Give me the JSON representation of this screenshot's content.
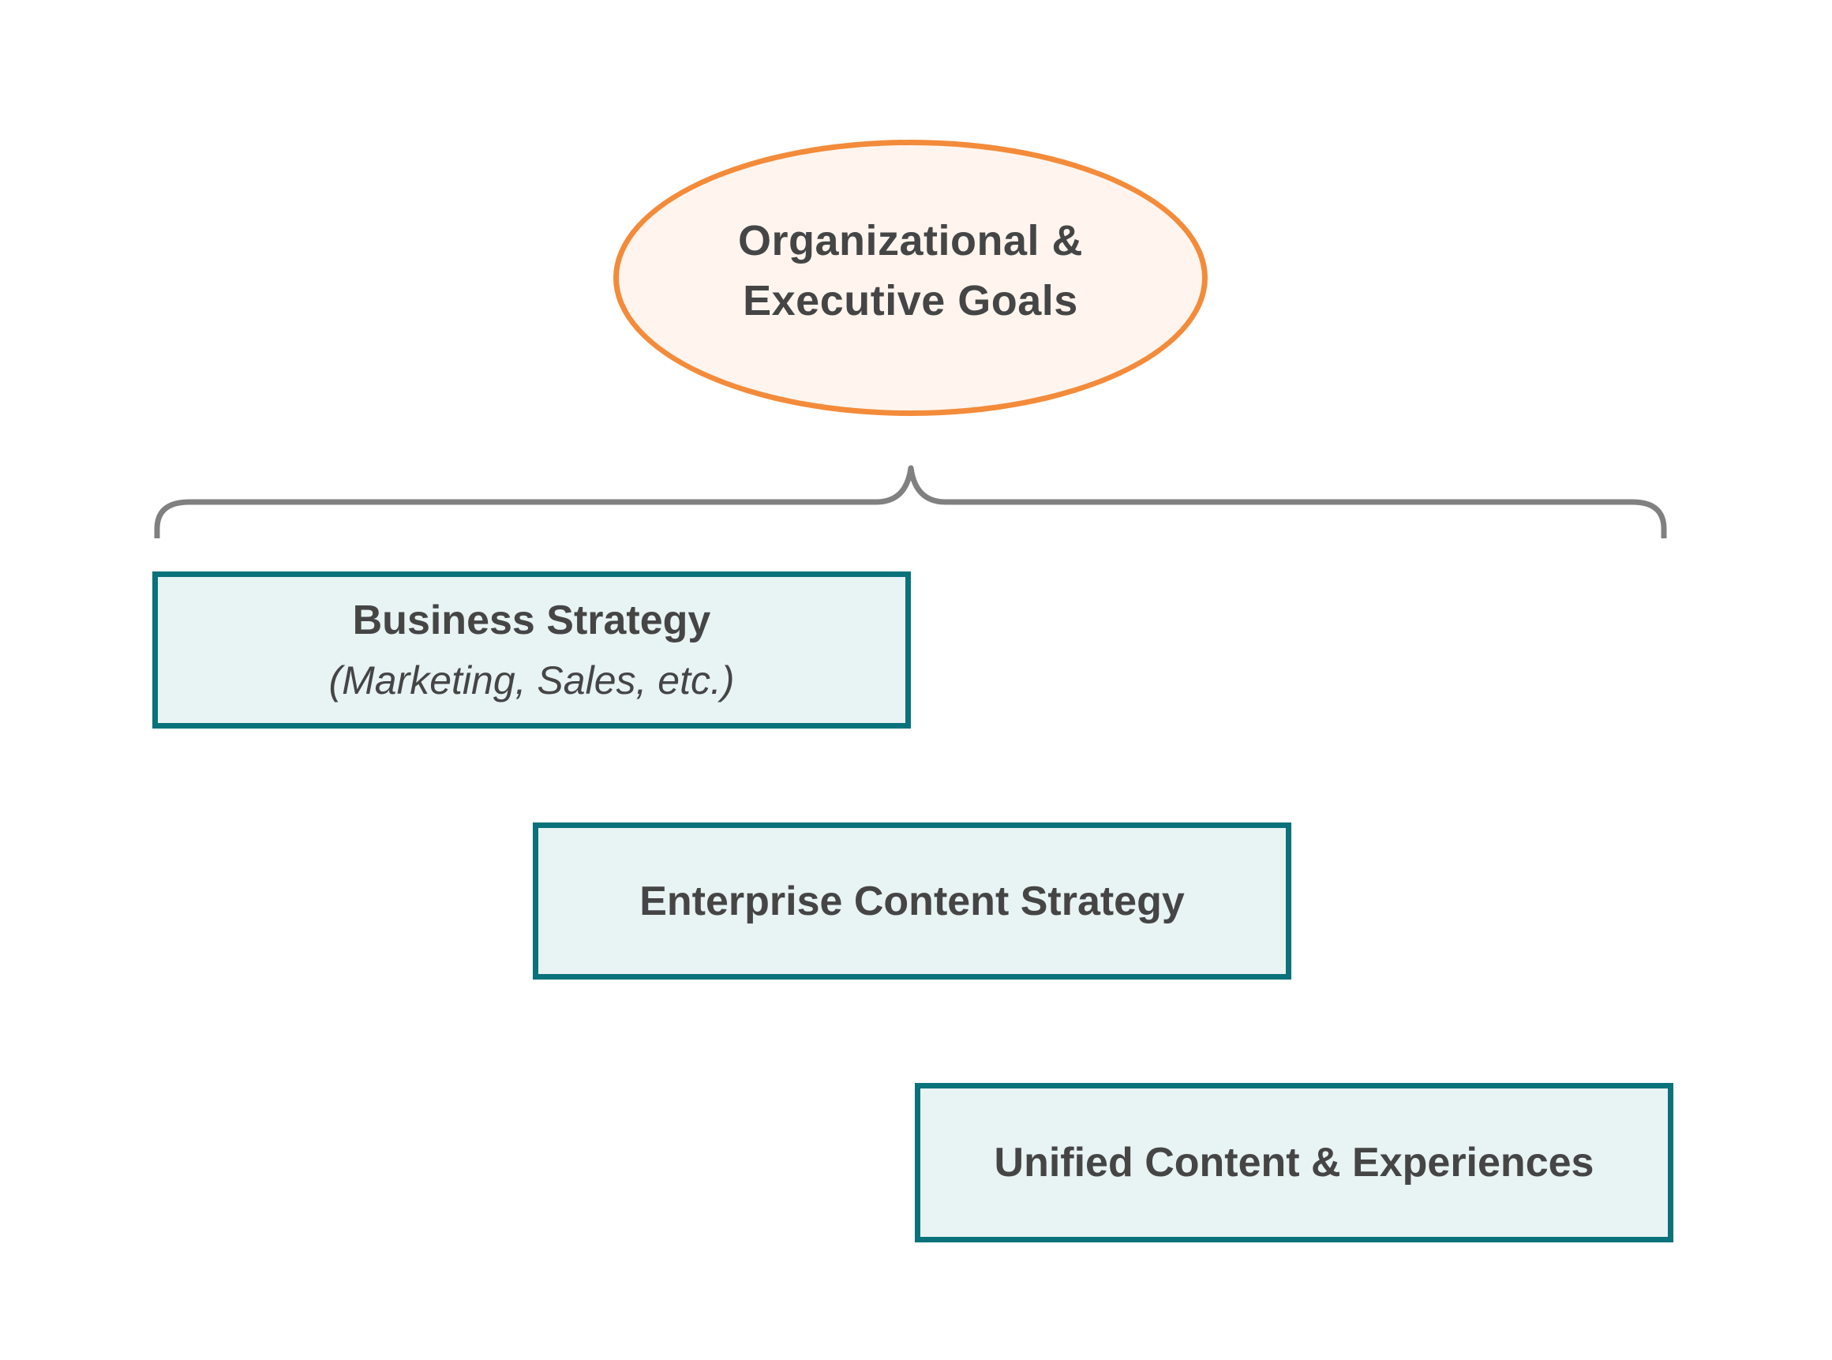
{
  "diagram": {
    "goal": {
      "lines": [
        "Organizational &",
        "Executive Goals"
      ]
    },
    "boxes": [
      {
        "title": "Business Strategy",
        "subtitle": "(Marketing, Sales, etc.)"
      },
      {
        "title": "Enterprise Content Strategy"
      },
      {
        "title": "Unified Content & Experiences"
      }
    ],
    "colors": {
      "goal_border": "#f38b3a",
      "goal_fill": "#fff5ee",
      "box_border": "#0a727a",
      "box_fill": "#e8f3f3",
      "brace": "#808080",
      "text": "#454545"
    }
  }
}
